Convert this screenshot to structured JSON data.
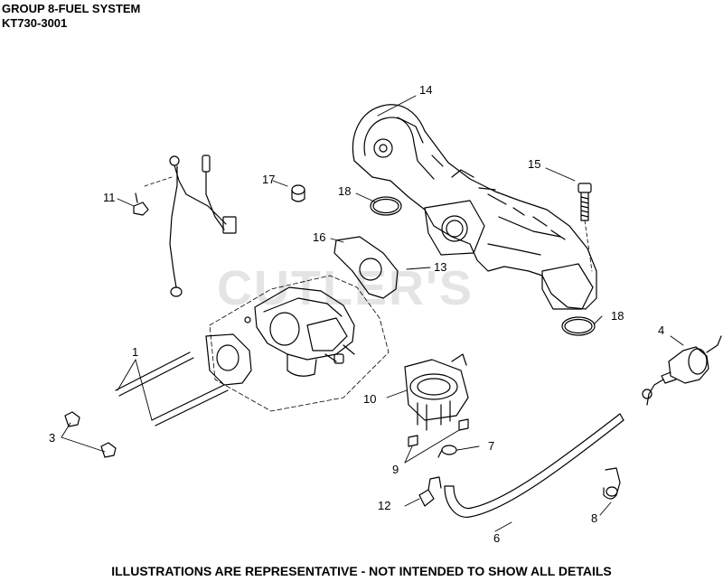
{
  "header": {
    "title": "GROUP 8-FUEL SYSTEM",
    "model": "KT730-3001"
  },
  "watermark": "CUTLER'S",
  "footer": "ILLUSTRATIONS ARE REPRESENTATIVE - NOT INTENDED TO SHOW ALL DETAILS",
  "callouts": {
    "c1": "1",
    "c3": "3",
    "c4": "4",
    "c6": "6",
    "c7": "7",
    "c8": "8",
    "c9": "9",
    "c10": "10",
    "c11": "11",
    "c12": "12",
    "c13": "13",
    "c14": "14",
    "c15": "15",
    "c16": "16",
    "c17": "17",
    "c18a": "18",
    "c18b": "18"
  }
}
